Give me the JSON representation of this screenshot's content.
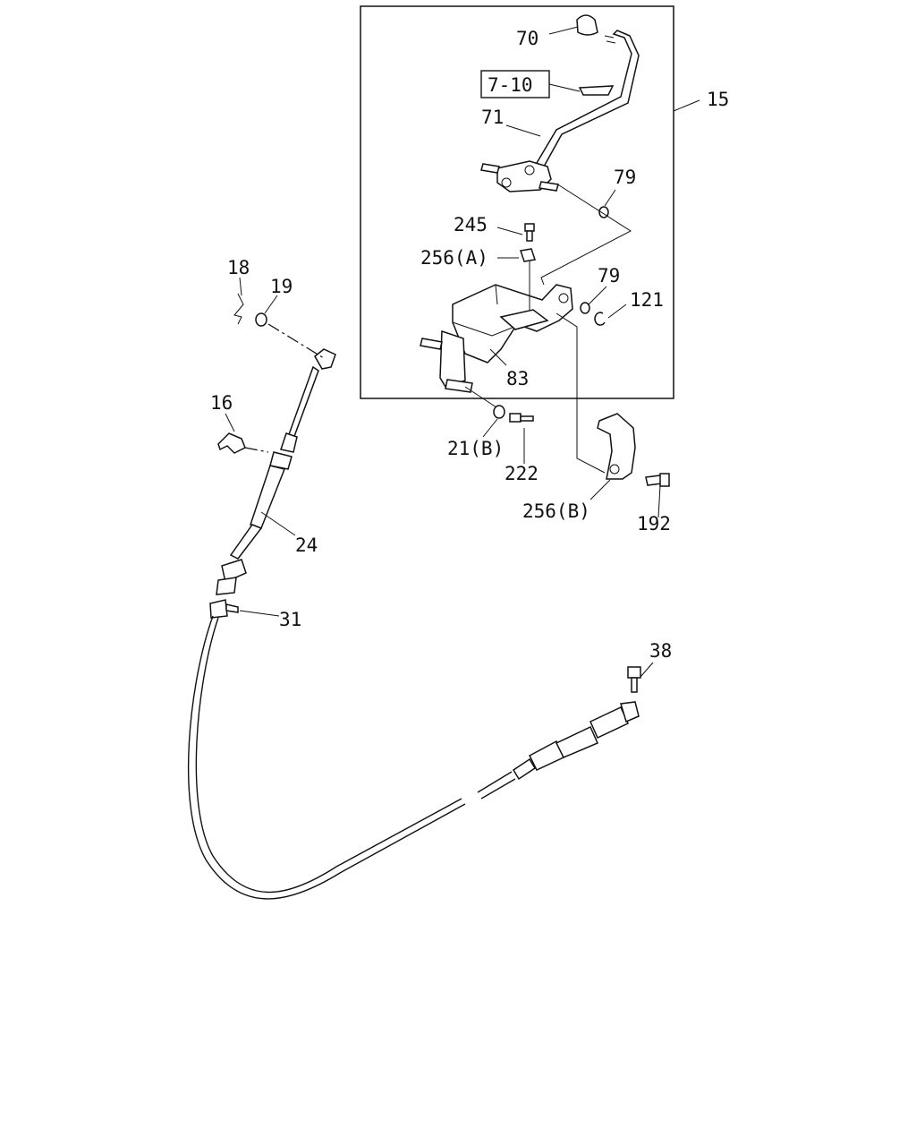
{
  "labels": {
    "p70": "70",
    "p7_10": "7-10",
    "p71": "71",
    "p15": "15",
    "p79a": "79",
    "p245": "245",
    "p256a": "256(A)",
    "p79b": "79",
    "p121": "121",
    "p83": "83",
    "p18": "18",
    "p19": "19",
    "p16": "16",
    "p21b": "21(B)",
    "p222": "222",
    "p256b": "256(B)",
    "p192": "192",
    "p24": "24",
    "p31": "31",
    "p38": "38"
  },
  "colors": {
    "ink": "#111111",
    "background": "#ffffff"
  }
}
